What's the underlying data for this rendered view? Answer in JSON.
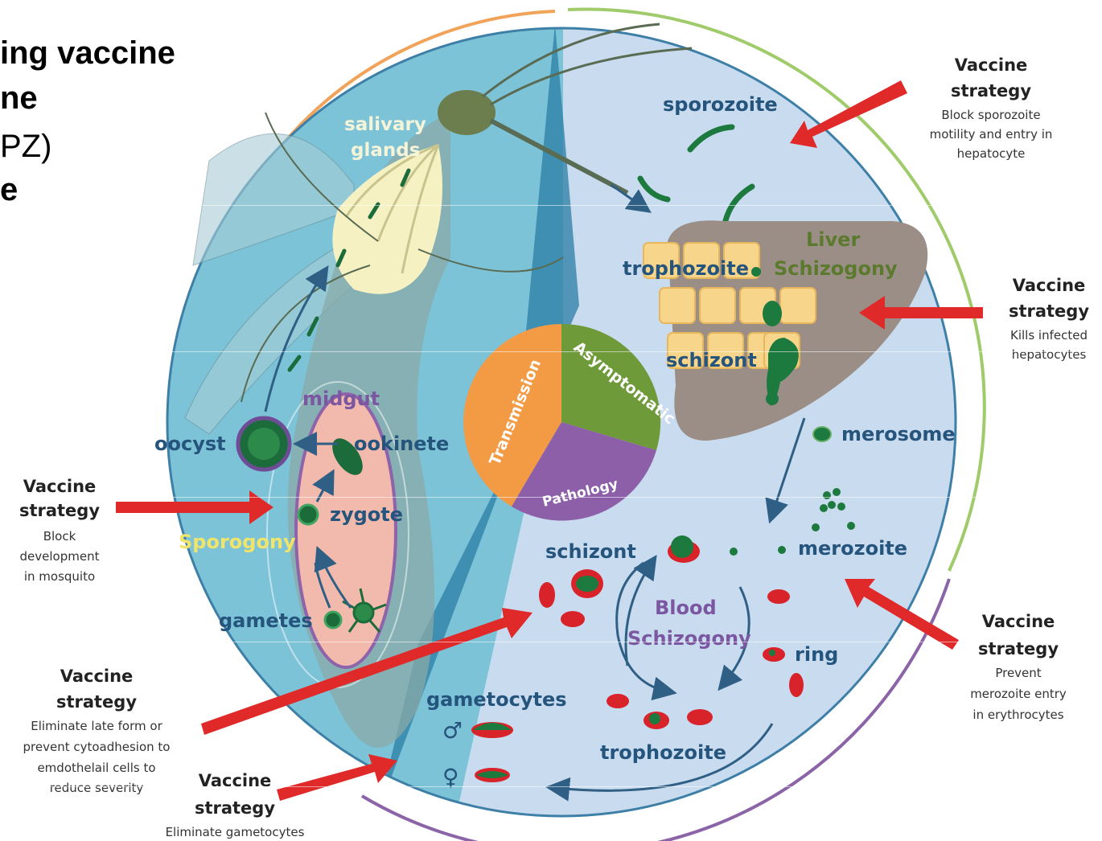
{
  "slide_text": {
    "line1": "ing vaccine",
    "line2": "ne",
    "line3": "PZ)",
    "line4": "e"
  },
  "pie": {
    "transmission": "Transmission",
    "asymptomatic": "Asymptomatic",
    "pathology": "Pathology"
  },
  "labels": {
    "salivary": "salivary",
    "glands": "glands",
    "sporozoite": "sporozoite",
    "liver": "Liver",
    "trophozoite_liver": "trophozoite",
    "schizogony": "Schizogony",
    "schizont_liver": "schizont",
    "merosome": "merosome",
    "merozoite": "merozoite",
    "schizont_blood": "schizont",
    "blood": "Blood",
    "blood_schizogony": "Schizogony",
    "ring": "ring",
    "gametocytes": "gametocytes",
    "trophozoite_blood": "trophozoite",
    "midgut": "midgut",
    "oocyst": "oocyst",
    "ookinete": "ookinete",
    "zygote": "zygote",
    "sporogony": "Sporogony",
    "gametes": "gametes",
    "male_symbol": "♂",
    "female_symbol": "♀"
  },
  "vaccine_strategies": [
    {
      "title1": "Vaccine",
      "title2": "strategy",
      "lines": [
        "Block sporozoite",
        "motility and entry in",
        "hepatocyte"
      ]
    },
    {
      "title1": "Vaccine",
      "title2": "strategy",
      "lines": [
        "Kills infected",
        "hepatocytes"
      ]
    },
    {
      "title1": "Vaccine",
      "title2": "strategy",
      "lines": [
        "Prevent",
        "merozoite entry",
        "in erythrocytes"
      ]
    },
    {
      "title1": "Vaccine",
      "title2": "strategy",
      "lines": [
        "Block",
        "development",
        "in mosquito"
      ]
    },
    {
      "title1": "Vaccine",
      "title2": "strategy",
      "lines": [
        "Eliminate late form or",
        "prevent cytoadhesion to",
        "emdothelail cells to",
        "reduce severity"
      ]
    },
    {
      "title1": "Vaccine",
      "title2": "strategy",
      "lines": [
        "Eliminate gametocytes"
      ]
    }
  ],
  "colors": {
    "mosquito_bg": "#7cc3d8",
    "host_bg": "#c9dbef",
    "pie_orange": "#f39a45",
    "pie_green": "#6f9a3a",
    "pie_purple": "#8c5fa8",
    "label_blue": "#25547c",
    "arrow_red": "#e02a2a"
  }
}
